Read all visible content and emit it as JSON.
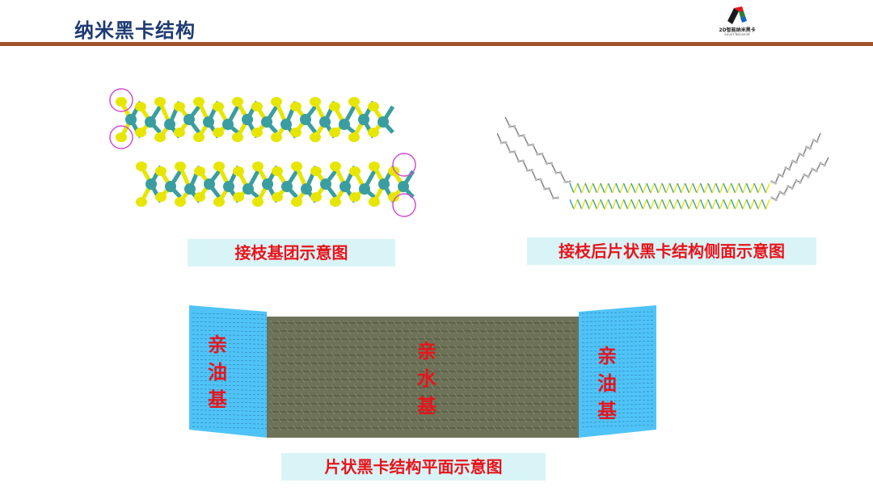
{
  "header": {
    "title": "纳米黑卡结构",
    "logo_text": "2D智能纳米黑卡",
    "logo_subtext": "Smart Nanomet"
  },
  "captions": {
    "graft_group": "接枝基团示意图",
    "side_view": "接枝后片状黑卡结构侧面示意图",
    "plane_view": "片状黑卡结构平面示意图"
  },
  "plane_labels": {
    "left": [
      "亲",
      "油",
      "基"
    ],
    "center": [
      "亲",
      "水",
      "基"
    ],
    "right": [
      "亲",
      "油",
      "基"
    ]
  },
  "colors": {
    "title": "#1f3a73",
    "rule": "#a0522d",
    "caption_bg": "#d9f4f7",
    "caption_text": "#e8141b",
    "sulfur": "#e6e600",
    "metal": "#3a9ea0",
    "lipophilic": "#4fc3f7",
    "sheet": "#6d7258"
  }
}
